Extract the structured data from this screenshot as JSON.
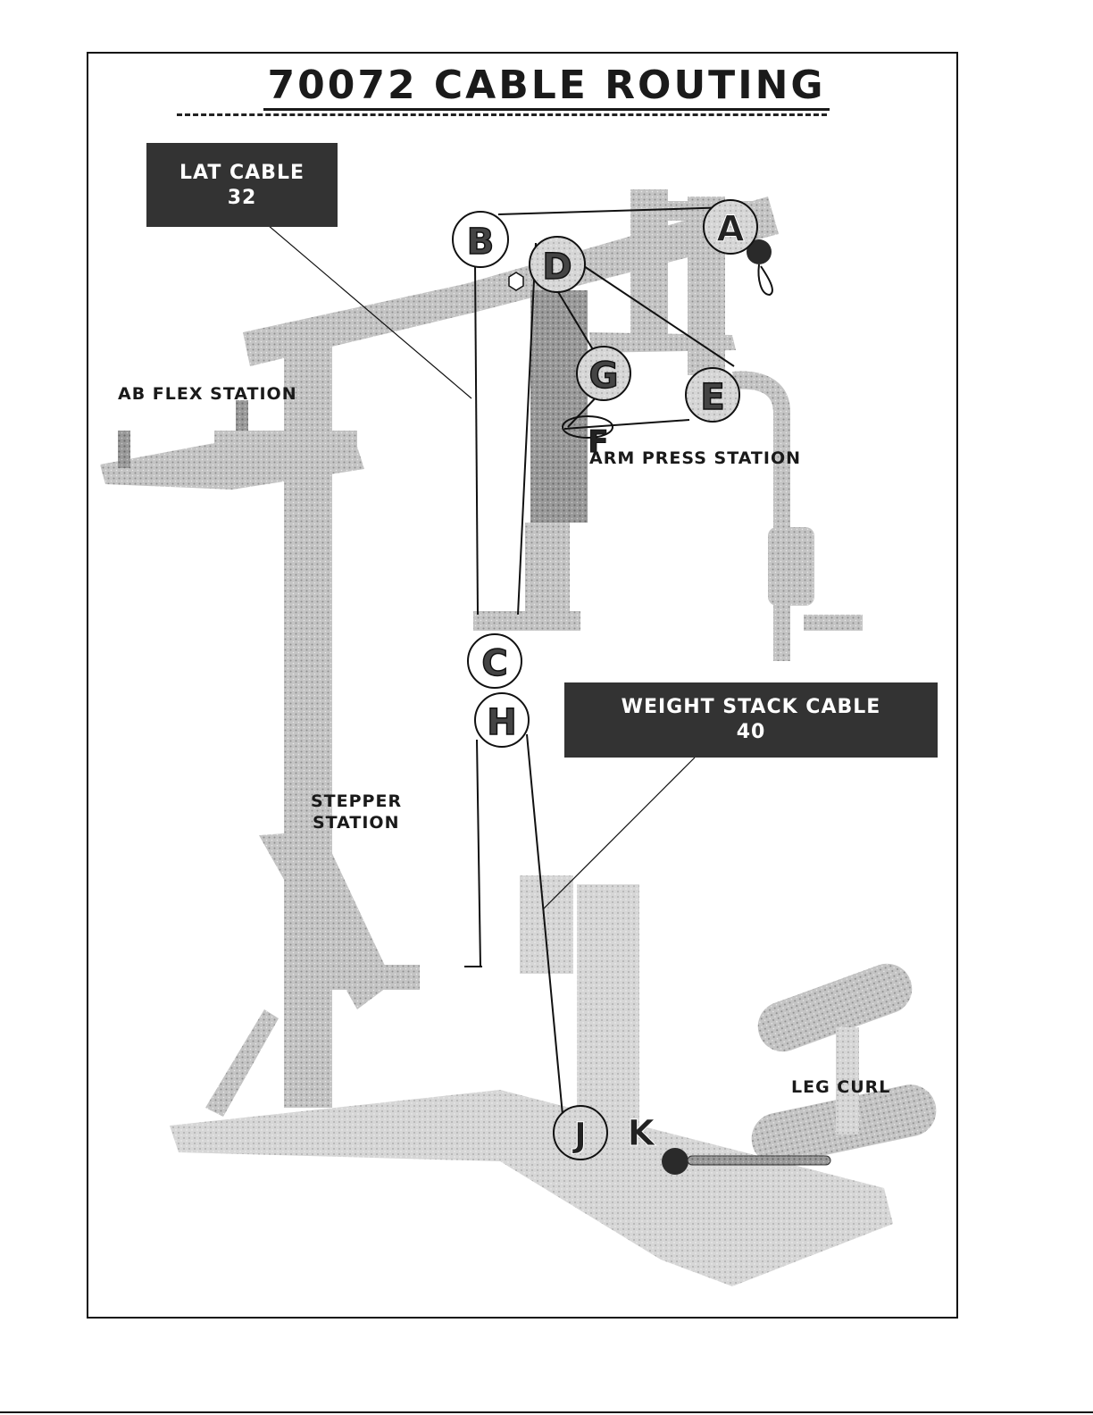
{
  "title": "70072  CABLE ROUTING",
  "cables": {
    "lat": {
      "name": "LAT CABLE",
      "number": "32"
    },
    "weight_stack": {
      "name": "WEIGHT STACK CABLE",
      "number": "40"
    }
  },
  "stations": {
    "ab_flex": "AB FLEX STATION",
    "arm_press": "ARM PRESS STATION",
    "stepper_line1": "STEPPER",
    "stepper_line2": "STATION",
    "leg_curl": "LEG CURL"
  },
  "pulleys": {
    "a": "A",
    "b": "B",
    "c": "C",
    "d": "D",
    "e": "E",
    "f": "F",
    "g": "G",
    "h": "H",
    "j": "J",
    "k": "K"
  },
  "colors": {
    "ink": "#111111",
    "frame_gray": "#bdbdbd",
    "box_dark": "#333333"
  }
}
